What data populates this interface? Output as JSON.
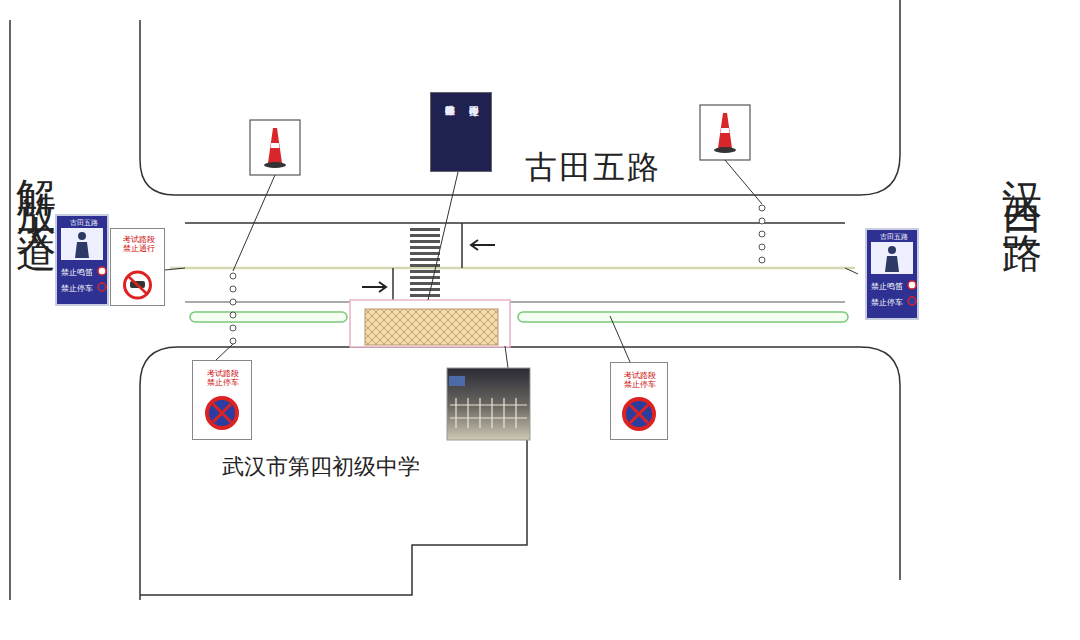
{
  "diagram": {
    "nodes": [
      {
        "text": [
          "考生即停即走",
          "接送临时停车处"
        ]
      },
      {
        "text": [
          "古田五路",
          "禁止鸣笛",
          "禁止停车"
        ]
      },
      {
        "text": [
          "考试路段 禁止通行"
        ]
      },
      {
        "text": [
          "古田五路",
          "禁止鸣笛",
          "禁止停车"
        ]
      },
      {
        "text": [
          "考试路段 禁止停车"
        ]
      },
      {
        "text": [
          "考试路段 禁止停车"
        ]
      }
    ],
    "labels": [
      "解放大道",
      "古田五路",
      "汉西三路",
      "武汉市第四初级中学"
    ]
  }
}
